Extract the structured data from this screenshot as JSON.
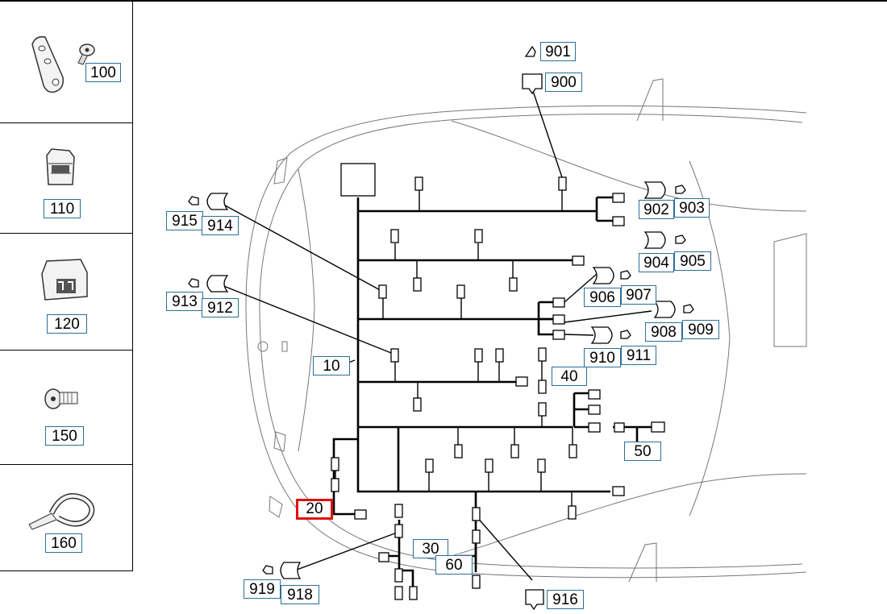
{
  "sidebar": {
    "items": [
      {
        "label": "100",
        "icon": "bracket-screw-icon"
      },
      {
        "label": "110",
        "icon": "clip-icon"
      },
      {
        "label": "120",
        "icon": "connector-clip-icon"
      },
      {
        "label": "150",
        "icon": "screw-icon"
      },
      {
        "label": "160",
        "icon": "cable-tie-icon"
      }
    ]
  },
  "callouts": {
    "c901": "901",
    "c900": "900",
    "c902": "902",
    "c903": "903",
    "c904": "904",
    "c905": "905",
    "c906": "906",
    "c907": "907",
    "c908": "908",
    "c909": "909",
    "c910": "910",
    "c911": "911",
    "c915": "915",
    "c914": "914",
    "c913": "913",
    "c912": "912",
    "c10": "10",
    "c40": "40",
    "c50": "50",
    "c20": "20",
    "c30": "30",
    "c60": "60",
    "c919": "919",
    "c918": "918",
    "c916": "916"
  },
  "colors": {
    "callout_border": "#2a6f9a",
    "selected_border": "#e01010",
    "line": "#000000"
  }
}
